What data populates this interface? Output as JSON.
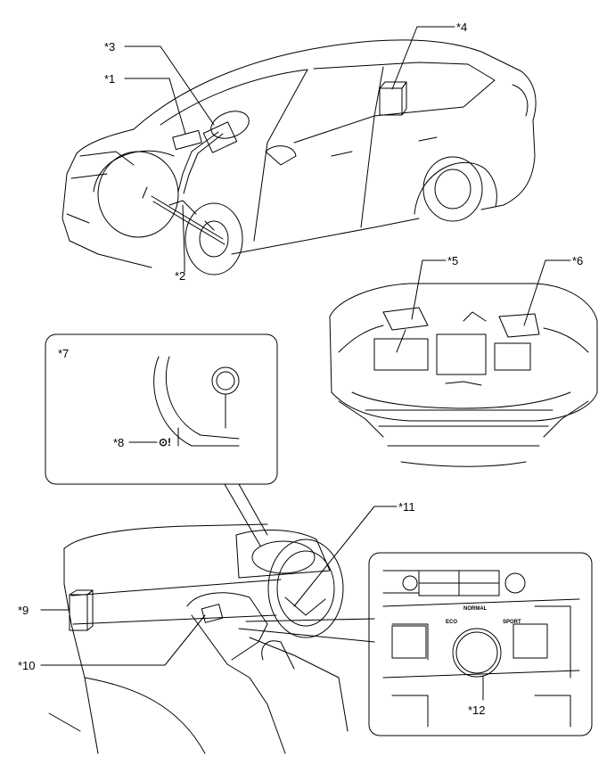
{
  "callouts": [
    {
      "id": "c1",
      "text": "*1"
    },
    {
      "id": "c2",
      "text": "*2"
    },
    {
      "id": "c3",
      "text": "*3"
    },
    {
      "id": "c4",
      "text": "*4"
    },
    {
      "id": "c5",
      "text": "*5"
    },
    {
      "id": "c6",
      "text": "*6"
    },
    {
      "id": "c7",
      "text": "*7"
    },
    {
      "id": "c8",
      "text": "*8"
    },
    {
      "id": "c9",
      "text": "*9"
    },
    {
      "id": "c10",
      "text": "*10"
    },
    {
      "id": "c11",
      "text": "*11"
    },
    {
      "id": "c12",
      "text": "*12"
    }
  ],
  "warning_light_symbol": "⊙!",
  "drive_mode_labels": {
    "eco": "ECO",
    "normal": "NORMAL",
    "sport": "SPORT"
  }
}
